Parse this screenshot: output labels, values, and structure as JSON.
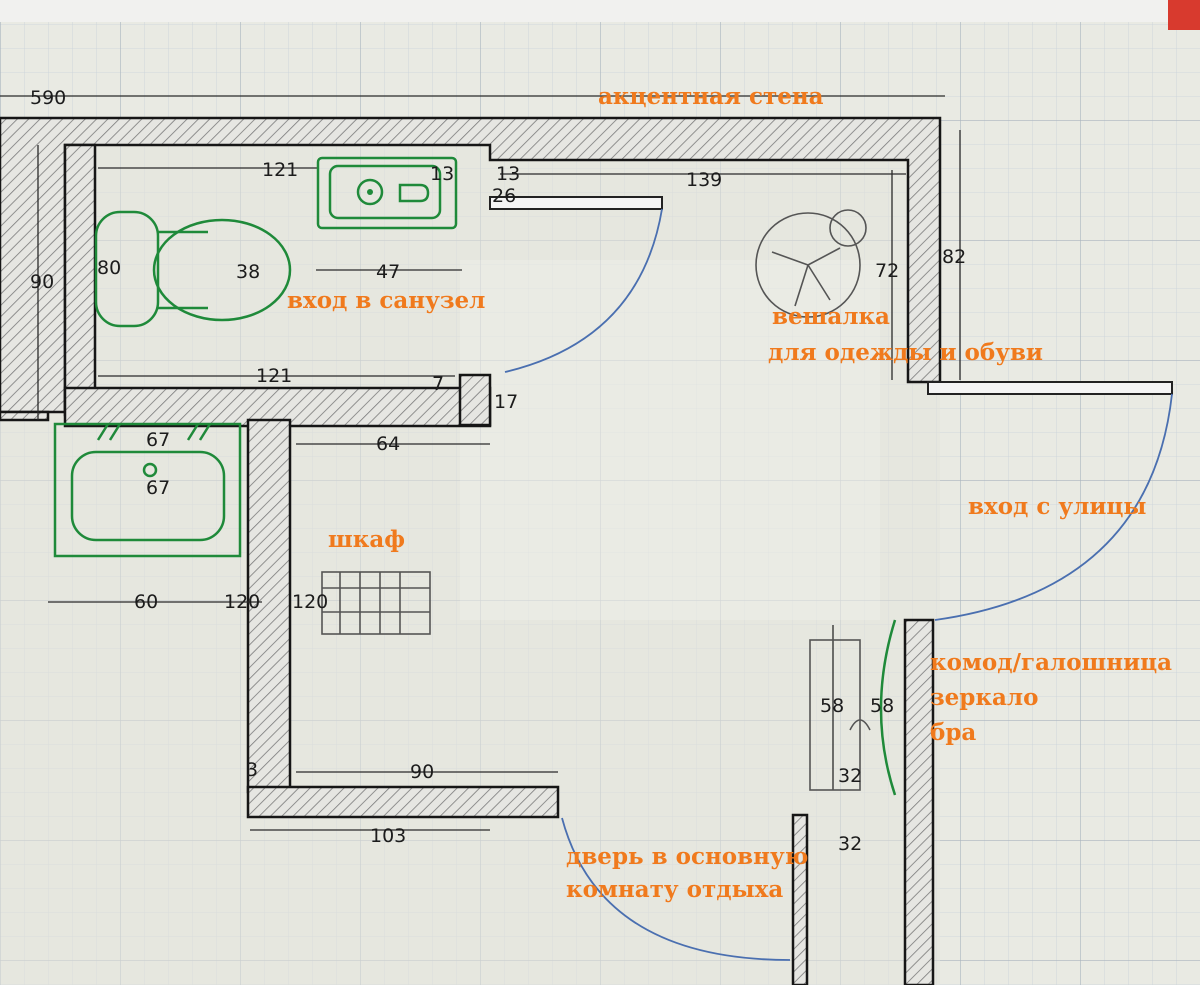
{
  "dimensions": {
    "total_width": "590",
    "left_wall_height": "90",
    "toilet_depth": "80",
    "bathroom_top_width": "121",
    "sink_offset_left": "13",
    "sink_offset_right": "13",
    "door_leaf_offset": "26",
    "hall_top_width": "139",
    "hall_right_depth": "72",
    "outer_right_depth": "82",
    "toilet_width": "38",
    "bathroom_inner_gap": "47",
    "bathroom_bottom_width": "121",
    "wall_stub": "7",
    "partition_height": "17",
    "closet_top_width": "64",
    "washer_top": "67",
    "washer_inner": "67",
    "laundry_width": "60",
    "laundry_height": "120",
    "closet_height": "120",
    "wall_gap": "3",
    "closet_bottom_width": "90",
    "opening_width": "103",
    "dresser_depth_outer": "58",
    "dresser_depth_inner": "58",
    "dresser_width": "32",
    "lower_width": "32"
  },
  "labels": {
    "accent_wall": "акцентная стена",
    "bathroom_entrance": "вход в санузел",
    "hanger_line1": "вешалка",
    "hanger_line2": "для одежды и обуви",
    "street_entrance": "вход с улицы",
    "closet": "шкаф",
    "dresser": "комод/галошница",
    "mirror": "зеркало",
    "sconce": "бра",
    "main_door_line1": "дверь в основную",
    "main_door_line2": "комнату отдыха"
  },
  "colors": {
    "annotation": "#f07a1d",
    "fixtures": "#1f8a3a",
    "door_swing": "#4a6fb0",
    "walls": "#161616"
  }
}
